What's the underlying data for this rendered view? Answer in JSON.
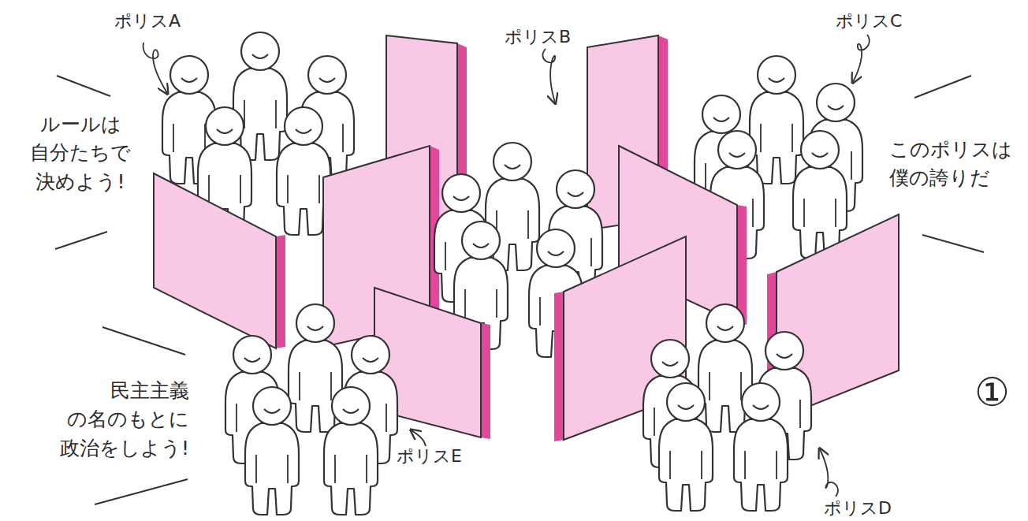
{
  "diagram": {
    "labels": [
      "ポリスA",
      "ポリスB",
      "ポリスC",
      "ポリスD",
      "ポリスE",
      "ルールは 自分たちで 決めよう!",
      "このポリスは 僕の誇りだ",
      "民主主義 の名のもとに 政治をしよう!",
      "①"
    ]
  }
}
